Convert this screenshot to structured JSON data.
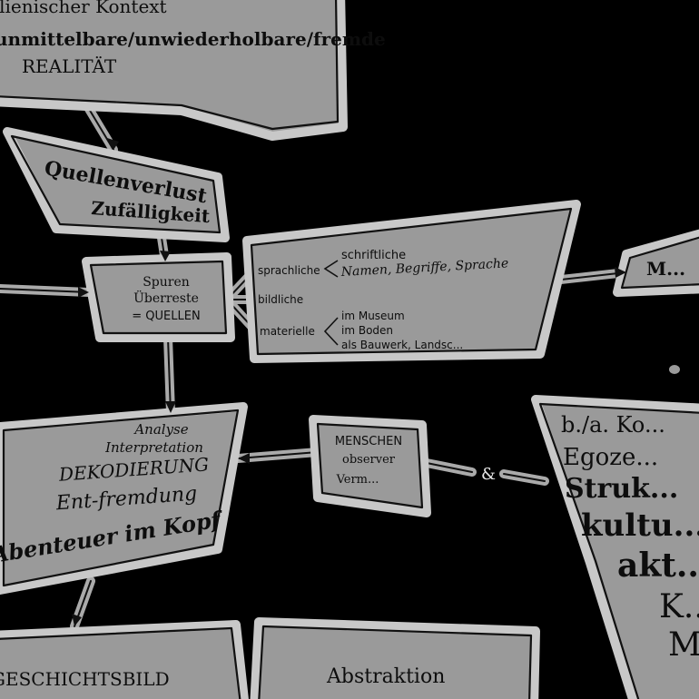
{
  "top_box": {
    "line1": "...lienischer Kontext",
    "line2": "unmittelbare/unwiederholbare/fremde",
    "line3": "REALITÄT"
  },
  "loss_box": {
    "line1": "Quellenverlust",
    "line2": "Zufälligkeit"
  },
  "sources_box": {
    "line1": "Spuren",
    "line2": "Überreste",
    "line3": "= QUELLEN"
  },
  "types_box": {
    "sprachliche": "sprachliche",
    "schriftliche": "schriftliche",
    "namen": "Namen, Begriffe, Sprache",
    "bildliche": "bildliche",
    "materielle": "materielle",
    "museum": "im Museum",
    "boden": "im Boden",
    "bauwerk": "als Bauwerk, Landsc..."
  },
  "right_arrow_box": {
    "label": "M..."
  },
  "analysis_box": {
    "line1": "Analyse",
    "line2": "Interpretation",
    "line3": "DEKODIERUNG",
    "line4": "Ent-fremdung",
    "line5": "Abenteuer im Kopf"
  },
  "people_box": {
    "line1": "MENSCHEN",
    "line2": "observer",
    "line3": "Verm..."
  },
  "ampersand": "&",
  "context_box": {
    "line1": "b./a. Ko...",
    "line2": "Egoze...",
    "line3": "Struk...",
    "line4": "kultu...",
    "line5": "akt...",
    "line6": "K...",
    "line7": "M..."
  },
  "history_box": {
    "label": "GESCHICHTSBILD"
  },
  "abstraction_box": {
    "label": "Abstraktion"
  }
}
